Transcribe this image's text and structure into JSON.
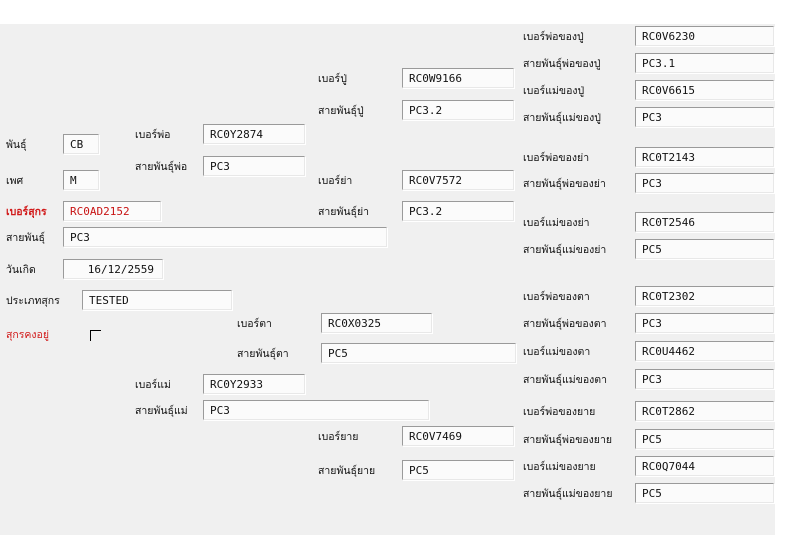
{
  "pig": {
    "breed_label": "พันธุ์",
    "breed": "CB",
    "sex_label": "เพศ",
    "sex": "M",
    "pig_no_label": "เบอร์สุกร",
    "pig_no": "RC0AD2152",
    "line_label": "สายพันธุ์",
    "line": "PC3",
    "birth_label": "วันเกิด",
    "birth": "16/12/2559",
    "type_label": "ประเภทสุกร",
    "type": "TESTED",
    "alive_label": "สุกรคงอยู่"
  },
  "sire": {
    "no_label": "เบอร์พ่อ",
    "no": "RC0Y2874",
    "line_label": "สายพันธุ์พ่อ",
    "line": "PC3"
  },
  "dam": {
    "no_label": "เบอร์แม่",
    "no": "RC0Y2933",
    "line_label": "สายพันธุ์แม่",
    "line": "PC3"
  },
  "paternal_grandfather": {
    "no_label": "เบอร์ปู่",
    "no": "RC0W9166",
    "line_label": "สายพันธุ์ปู่",
    "line": "PC3.2"
  },
  "paternal_grandmother": {
    "no_label": "เบอร์ย่า",
    "no": "RC0V7572",
    "line_label": "สายพันธุ์ย่า",
    "line": "PC3.2"
  },
  "maternal_grandfather": {
    "no_label": "เบอร์ตา",
    "no": "RC0X0325",
    "line_label": "สายพันธุ์ตา",
    "line": "PC5"
  },
  "maternal_grandmother": {
    "no_label": "เบอร์ยาย",
    "no": "RC0V7469",
    "line_label": "สายพันธุ์ยาย",
    "line": "PC5"
  },
  "great": [
    {
      "label": "เบอร์พ่อของปู่",
      "value": "RC0V6230"
    },
    {
      "label": "สายพันธุ์พ่อของปู่",
      "value": "PC3.1"
    },
    {
      "label": "เบอร์แม่ของปู่",
      "value": "RC0V6615"
    },
    {
      "label": "สายพันธุ์แม่ของปู่",
      "value": "PC3"
    },
    {
      "label": "เบอร์พ่อของย่า",
      "value": "RC0T2143"
    },
    {
      "label": "สายพันธุ์พ่อของย่า",
      "value": "PC3"
    },
    {
      "label": "เบอร์แม่ของย่า",
      "value": "RC0T2546"
    },
    {
      "label": "สายพันธุ์แม่ของย่า",
      "value": "PC5"
    },
    {
      "label": "เบอร์พ่อของตา",
      "value": "RC0T2302"
    },
    {
      "label": "สายพันธุ์พ่อของตา",
      "value": "PC3"
    },
    {
      "label": "เบอร์แม่ของตา",
      "value": "RC0U4462"
    },
    {
      "label": "สายพันธุ์แม่ของตา",
      "value": "PC3"
    },
    {
      "label": "เบอร์พ่อของยาย",
      "value": "RC0T2862"
    },
    {
      "label": "สายพันธุ์พ่อของยาย",
      "value": "PC5"
    },
    {
      "label": "เบอร์แม่ของยาย",
      "value": "RC0Q7044"
    },
    {
      "label": "สายพันธุ์แม่ของยาย",
      "value": "PC5"
    }
  ]
}
